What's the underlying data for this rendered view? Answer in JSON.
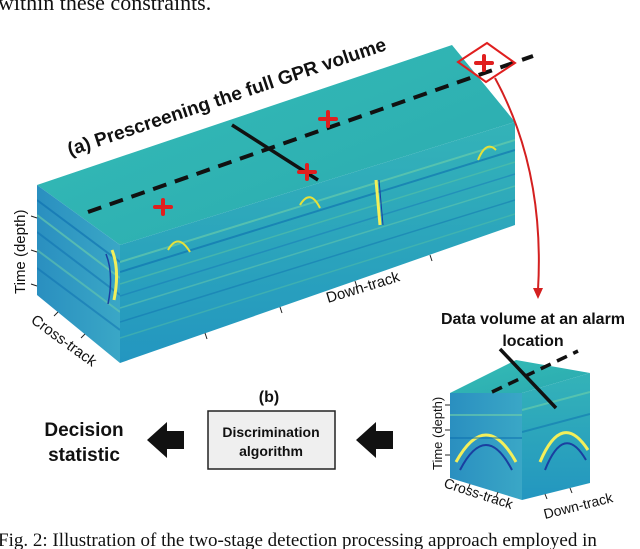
{
  "top_text": "within these constraints.",
  "panel_a_title": "(a) Prescreening the full GPR volume",
  "axis_time": "Time (depth)",
  "axis_down": "Down-track",
  "axis_cross": "Cross-track",
  "alarm_title_line1": "Data volume at an alarm",
  "alarm_title_line2": "location",
  "panel_b_label": "(b)",
  "algo_line1": "Discrimination",
  "algo_line2": "algorithm",
  "decision_line1": "Decision",
  "decision_line2": "statistic",
  "small_time": "Time (depth)",
  "small_cross": "Cross-track",
  "small_down": "Down-track",
  "caption": "Fig. 2: Illustration of the two-stage detection processing approach employed in",
  "colors": {
    "top_face": "#2fb5b0",
    "side_face": "#1f8fb8",
    "alarm_marker": "#e01f1f",
    "arrow_red": "#d42020",
    "algo_box_fill": "#efefef"
  }
}
